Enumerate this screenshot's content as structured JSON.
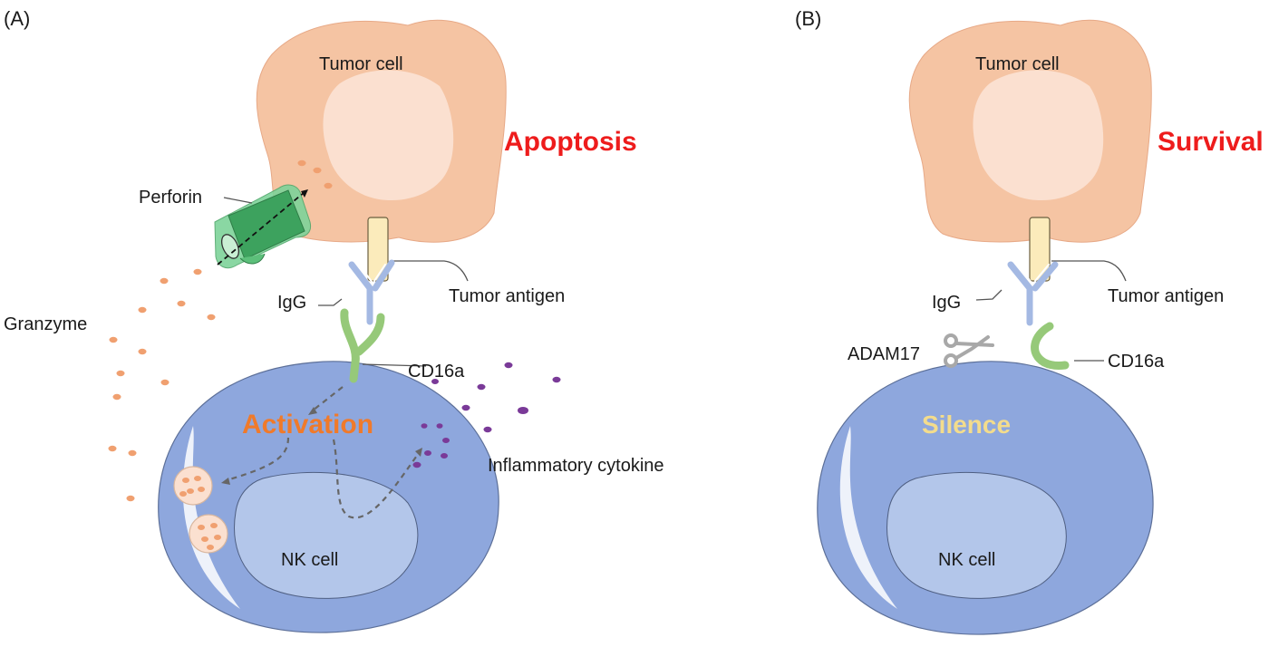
{
  "colors": {
    "tumor_cell": "#f5c4a3",
    "tumor_nucleus": "#fbe0d0",
    "nk_cell": "#8ea7dd",
    "nk_nucleus": "#b3c6ea",
    "antigen": "#fbebbb",
    "igg": "#a4b9e3",
    "cd16a": "#96c979",
    "perforin": "#7ed39a",
    "granzyme": "#f0a070",
    "cytokine": "#7a3a98",
    "apoptosis_text": "#ee1c1c",
    "activation_text": "#f07a2a",
    "silence_text": "#f3dc8c",
    "scissors": "#a8a8a8"
  },
  "icons": {
    "scissors": "scissors-icon"
  },
  "panel_a": {
    "label": "(A)",
    "tumor_cell": "Tumor cell",
    "outcome": "Apoptosis",
    "perforin": "Perforin",
    "granzyme": "Granzyme",
    "igg": "IgG",
    "tumor_antigen": "Tumor antigen",
    "cd16a": "CD16a",
    "activation": "Activation",
    "inflammatory_cytokine": "Inflammatory cytokine",
    "nk_cell": "NK cell"
  },
  "panel_b": {
    "label": "(B)",
    "tumor_cell": "Tumor cell",
    "outcome": "Survival",
    "igg": "IgG",
    "tumor_antigen": "Tumor antigen",
    "adam17": "ADAM17",
    "cd16a": "CD16a",
    "silence": "Silence",
    "nk_cell": "NK cell"
  }
}
